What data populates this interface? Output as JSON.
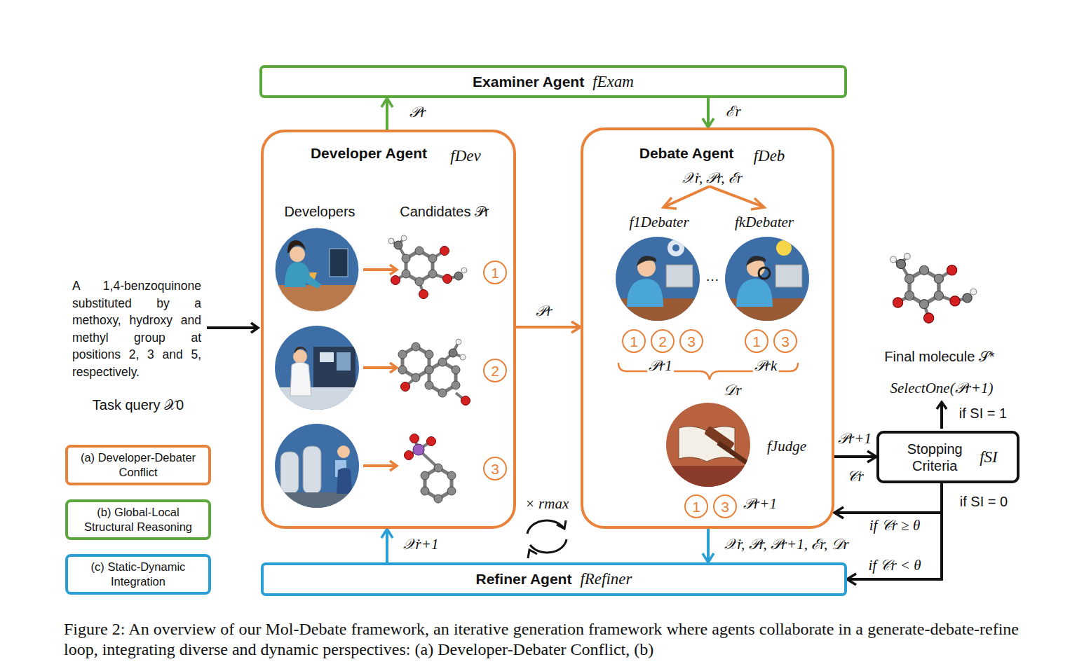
{
  "diagram": {
    "caption": "Figure 2: An overview of our Mol-Debate framework, an iterative generation framework where agents collaborate in a generate-debate-refine loop, integrating diverse and dynamic perspectives: (a) Developer-Debater Conflict, (b)",
    "nodes": [
      {
        "text": [
          "Examiner Agent",
          "fExam"
        ]
      },
      {
        "text": [
          "Developer Agent",
          "fDev",
          "Developers",
          "Candidates 𝒫r"
        ]
      },
      {
        "text": [
          "1"
        ],
        "in": 1
      },
      {
        "text": [
          "2"
        ],
        "in": 1
      },
      {
        "text": [
          "3"
        ],
        "in": 1
      },
      {
        "text": [
          "Debate Agent",
          "fDeb",
          "𝒳r, 𝒫r, ℰr"
        ]
      },
      {
        "text": [
          "1"
        ],
        "in": 5
      },
      {
        "text": [
          "2"
        ],
        "in": 5
      },
      {
        "text": [
          "3"
        ],
        "in": 5
      },
      {
        "text": [
          "1"
        ],
        "in": 5
      },
      {
        "text": [
          "3"
        ],
        "in": 5
      },
      {
        "text": [
          "1"
        ],
        "in": 5
      },
      {
        "text": [
          "3"
        ],
        "in": 5
      },
      {
        "text": [
          "Refiner Agent",
          "fRefiner"
        ]
      },
      {
        "text": [
          "Stopping Criteria",
          "fSI"
        ]
      }
    ],
    "edges": [
      {
        "from": 1,
        "to": 0,
        "arrow": "to",
        "label": "𝒫r"
      },
      {
        "from": 0,
        "to": 5,
        "arrow": "to",
        "label": "ℰr"
      },
      {
        "from": 1,
        "to": 5,
        "arrow": "to",
        "label": "𝒫r"
      },
      {
        "from": 5,
        "to": 13,
        "arrow": "to",
        "label": "𝒳r, 𝒫r, 𝒫r+1, ℰr, 𝒟r"
      },
      {
        "from": 13,
        "to": 1,
        "arrow": "to",
        "label": "𝒳r+1"
      },
      {
        "from": 5,
        "to": 14,
        "arrow": "to"
      },
      {
        "from": 14,
        "to": 5,
        "arrow": "to",
        "label": "if 𝒞r ≥ θ"
      },
      {
        "from": 14,
        "to": 13,
        "arrow": "to",
        "label": "if 𝒞r < θ"
      }
    ],
    "labels": [
      "A 1,4-benzoquinone substituted by a methoxy, hydroxy and methyl group at positions 2, 3 and 5, respectively.",
      "Task query 𝒳0",
      "f1Debater",
      "…",
      "fkDebater",
      "𝒫r1",
      "𝒫rk",
      "𝒟r",
      "fJudge",
      "𝒫r+1",
      "𝒫r+1",
      "𝒞r",
      "Final molecule 𝒮*",
      "SelectOne(𝒫r+1)",
      "if SI = 1",
      "if SI = 0",
      "× rmax"
    ],
    "legend": [
      {
        "text": "(a) Developer-Debater Conflict",
        "color": "#e8813a"
      },
      {
        "text": "(b) Global-Local Structural Reasoning",
        "color": "#5aa83c"
      },
      {
        "text": "(c) Static-Dynamic Integration",
        "color": "#2a9fd6"
      }
    ]
  }
}
